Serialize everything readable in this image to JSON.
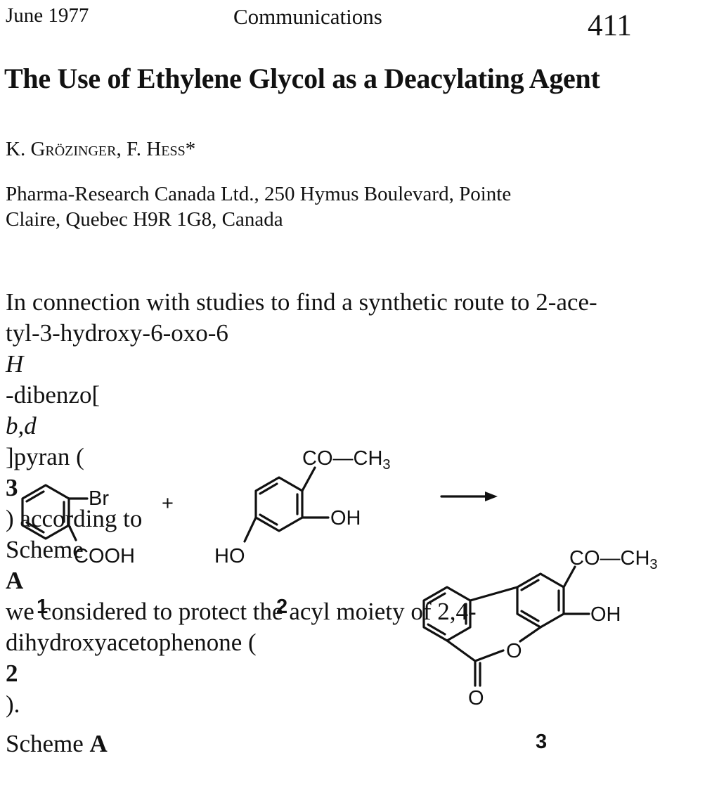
{
  "header": {
    "date": "June 1977",
    "section": "Communications",
    "page_number": "411"
  },
  "article": {
    "title": "The Use of Ethylene Glycol as a Deacylating Agent",
    "authors": {
      "author1": "K. Grözinger",
      "separator": ", ",
      "author2": "F. Hess",
      "mark": "*"
    },
    "affiliation": [
      "Pharma-Research Canada Ltd., 250 Hymus Boulevard, Pointe",
      "Claire, Quebec H9R 1G8, Canada"
    ],
    "paragraph": {
      "l1": "In connection with studies to find a synthetic route to 2-ace-",
      "l2_a": "tyl-3-hydroxy-6-oxo-6",
      "l2_italic_h": "H",
      "l2_b": "-dibenzo[",
      "l2_italic_bd": "b,d",
      "l2_c": "]pyran (",
      "l2_bold_3": "3",
      "l2_d": ") according to",
      "l3_a": "Scheme ",
      "l3_bold_a": "A",
      "l3_b": " we considered to protect the acyl moiety of 2,4-",
      "l4_a": "dihydroxyacetophenone (",
      "l4_bold_2": "2",
      "l4_b": ")."
    }
  },
  "scheme": {
    "caption_prefix": "Scheme ",
    "caption_bold": "A",
    "plus_sign": "+",
    "compound1": {
      "label": "1",
      "substituent_br": "Br",
      "substituent_cooh": "COOH"
    },
    "compound2": {
      "label": "2",
      "substituent_acetyl": "CO—CH",
      "subscript": "3",
      "substituent_oh": "OH",
      "substituent_ho": "HO"
    },
    "compound3": {
      "label": "3",
      "substituent_acetyl": "CO—CH",
      "subscript": "3",
      "substituent_oh": "OH",
      "ring_o": "O",
      "carbonyl_o": "O"
    }
  }
}
